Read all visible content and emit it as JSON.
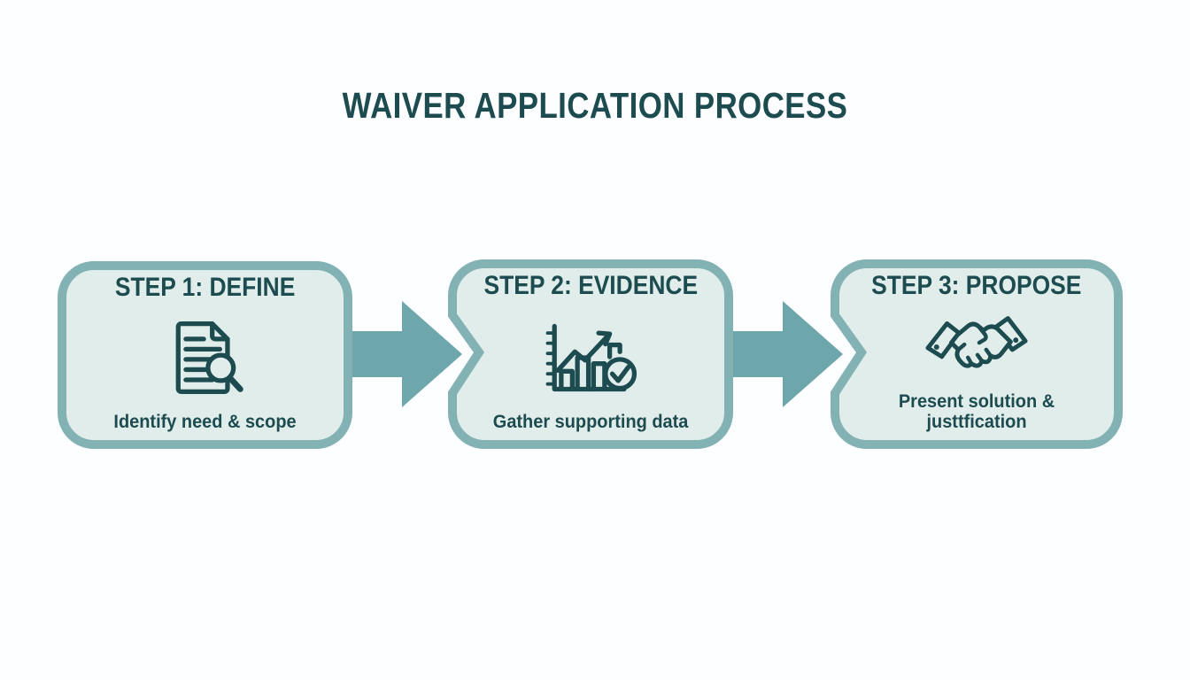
{
  "title": "WAIVER APPLICATION PROCESS",
  "colors": {
    "background": "#fcfeff",
    "box_fill": "#e1edea",
    "box_border": "#83b2b5",
    "arrow": "#6da7ab",
    "text_dark": "#1c4b50"
  },
  "steps": [
    {
      "title": "STEP 1: DEFINE",
      "description": "Identify need & scope",
      "icon": "document-magnifier-icon"
    },
    {
      "title": "STEP 2: EVIDENCE",
      "description": "Gather supporting data",
      "icon": "bar-chart-check-icon"
    },
    {
      "title": "STEP 3: PROPOSE",
      "description": "Present solution & justtfication",
      "icon": "handshake-icon"
    }
  ]
}
